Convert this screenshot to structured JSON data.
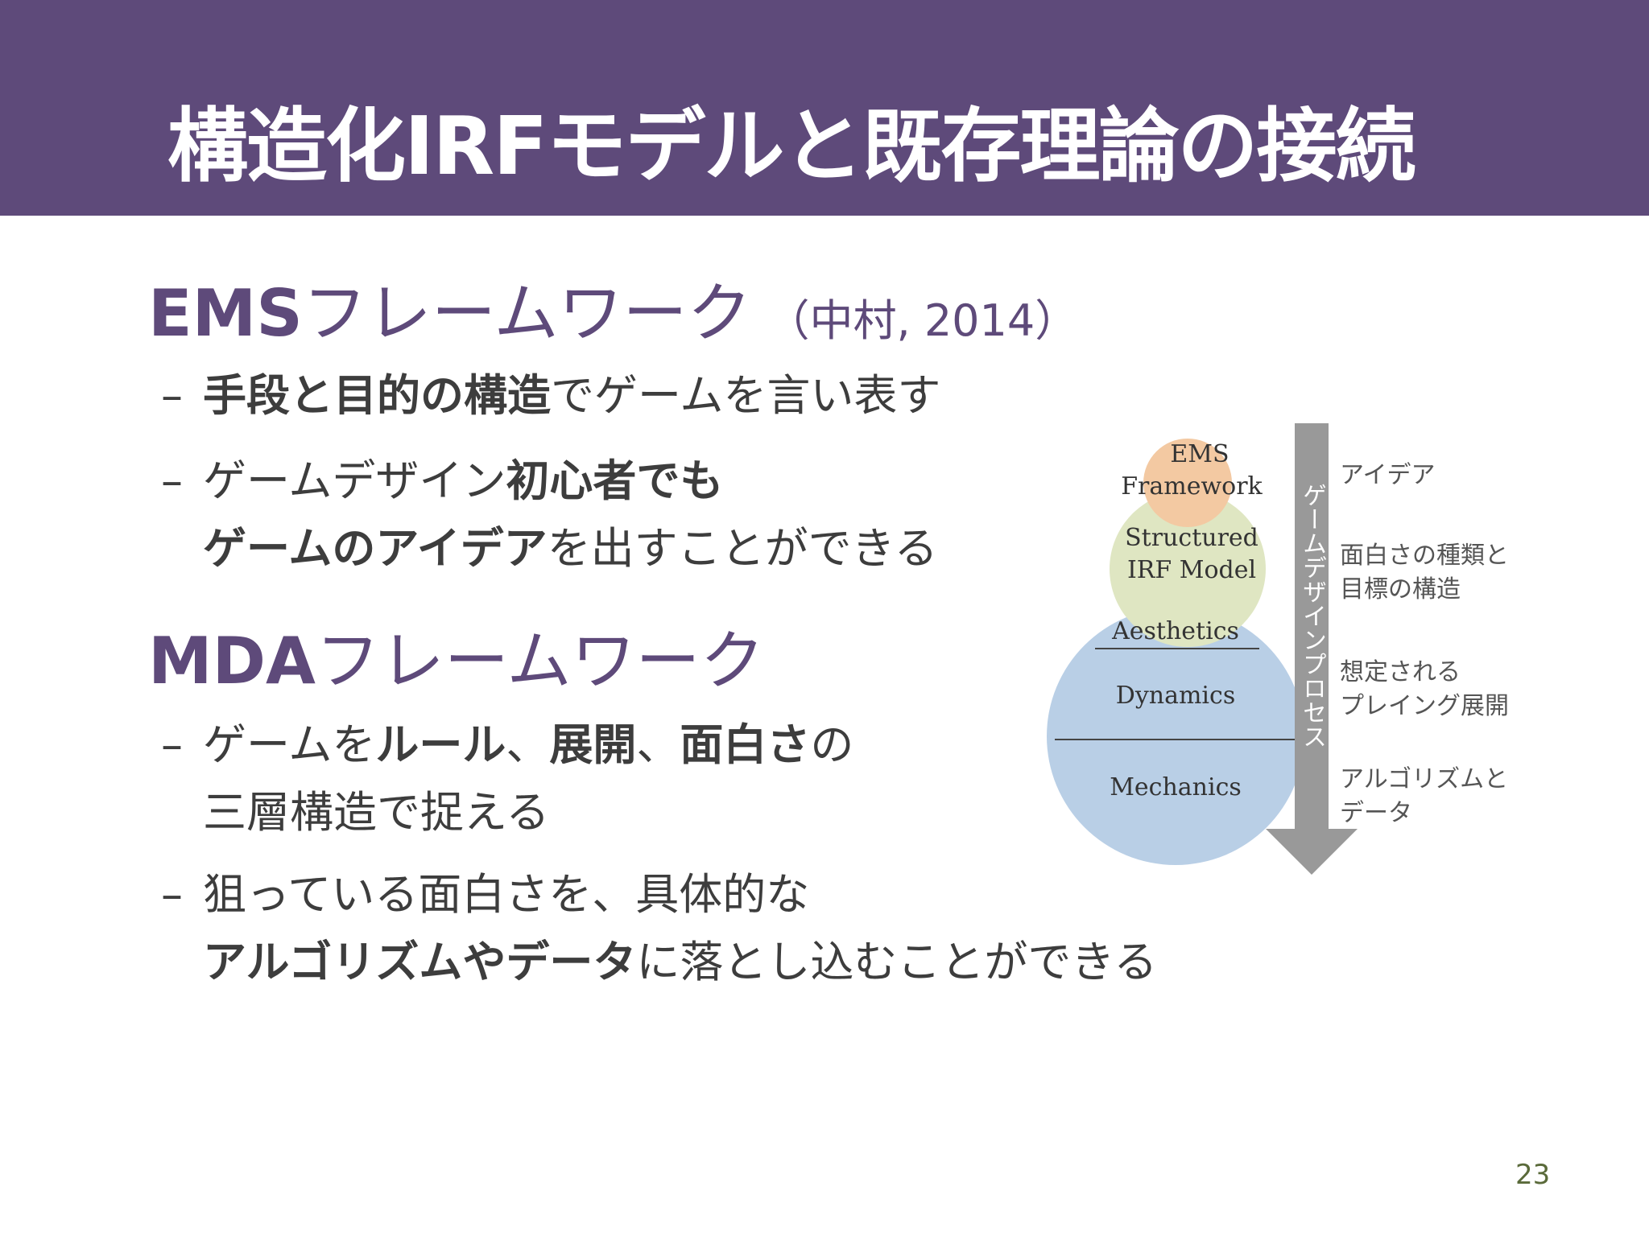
{
  "header": {
    "title": "構造化IRFモデルと既存理論の接続"
  },
  "ems": {
    "title_bold": "EMS",
    "title_rest": "フレームワーク",
    "citation": "（中村, 2014）",
    "bullets": [
      {
        "dash": "–",
        "bold": "手段と目的の構造",
        "rest": "でゲームを言い表す"
      },
      {
        "dash": "–",
        "line1_normal": "ゲームデザイン",
        "line1_bold": "初心者でも",
        "line2_bold": "ゲームのアイデア",
        "line2_rest": "を出すことができる"
      }
    ]
  },
  "mda": {
    "title_bold": "MDA",
    "title_rest": "フレームワーク",
    "bullets": [
      {
        "dash": "–",
        "p1": "ゲームを",
        "b1": "ルール",
        "p2": "、",
        "b2": "展開",
        "p3": "、",
        "b3": "面白さ",
        "p4": "の",
        "line2": "三層構造で捉える"
      },
      {
        "dash": "–",
        "line1": "狙っている面白さを、具体的な",
        "line2_bold": "アルゴリズムやデータ",
        "line2_rest": "に落とし込むことができる"
      }
    ]
  },
  "diagram": {
    "ems_label": "EMS",
    "framework_label": "Framework",
    "structured_label": "Structured",
    "irf_label": "IRF Model",
    "aesthetics_label": "Aesthetics",
    "dynamics_label": "Dynamics",
    "mechanics_label": "Mechanics",
    "arrow_label": "ゲームデザインプロセス",
    "notes": {
      "n1": "アイデア",
      "n2a": "面白さの種類と",
      "n2b": "目標の構造",
      "n3a": "想定される",
      "n3b": "プレイング展開",
      "n4a": "アルゴリズムと",
      "n4b": "データ"
    },
    "colors": {
      "ems": "#f3c9a2",
      "irf": "#dfe6c2",
      "mda": "#b9cfe6",
      "arrow": "#999999"
    }
  },
  "page_number": "23",
  "theme": {
    "header_bg": "#5e4a7a",
    "accent": "#5e4a7a"
  }
}
